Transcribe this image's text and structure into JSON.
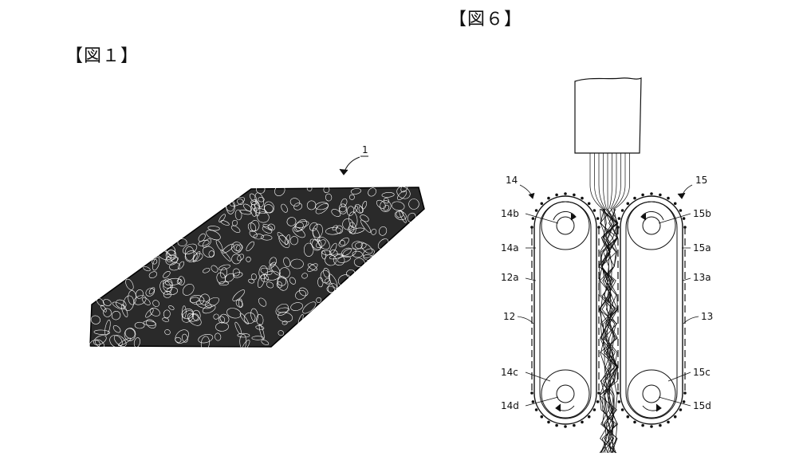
{
  "figures": [
    {
      "id": "fig1",
      "title": "【図１】",
      "ref_label": "1"
    },
    {
      "id": "fig6",
      "title": "【図６】",
      "labels": {
        "l14": "14",
        "l14b": "14b",
        "l14a": "14a",
        "l12a": "12a",
        "l12": "12",
        "l14c": "14c",
        "l14d": "14d",
        "l15": "15",
        "l15b": "15b",
        "l15a": "15a",
        "l13a": "13a",
        "l13": "13",
        "l15c": "15c",
        "l15d": "15d"
      }
    }
  ]
}
